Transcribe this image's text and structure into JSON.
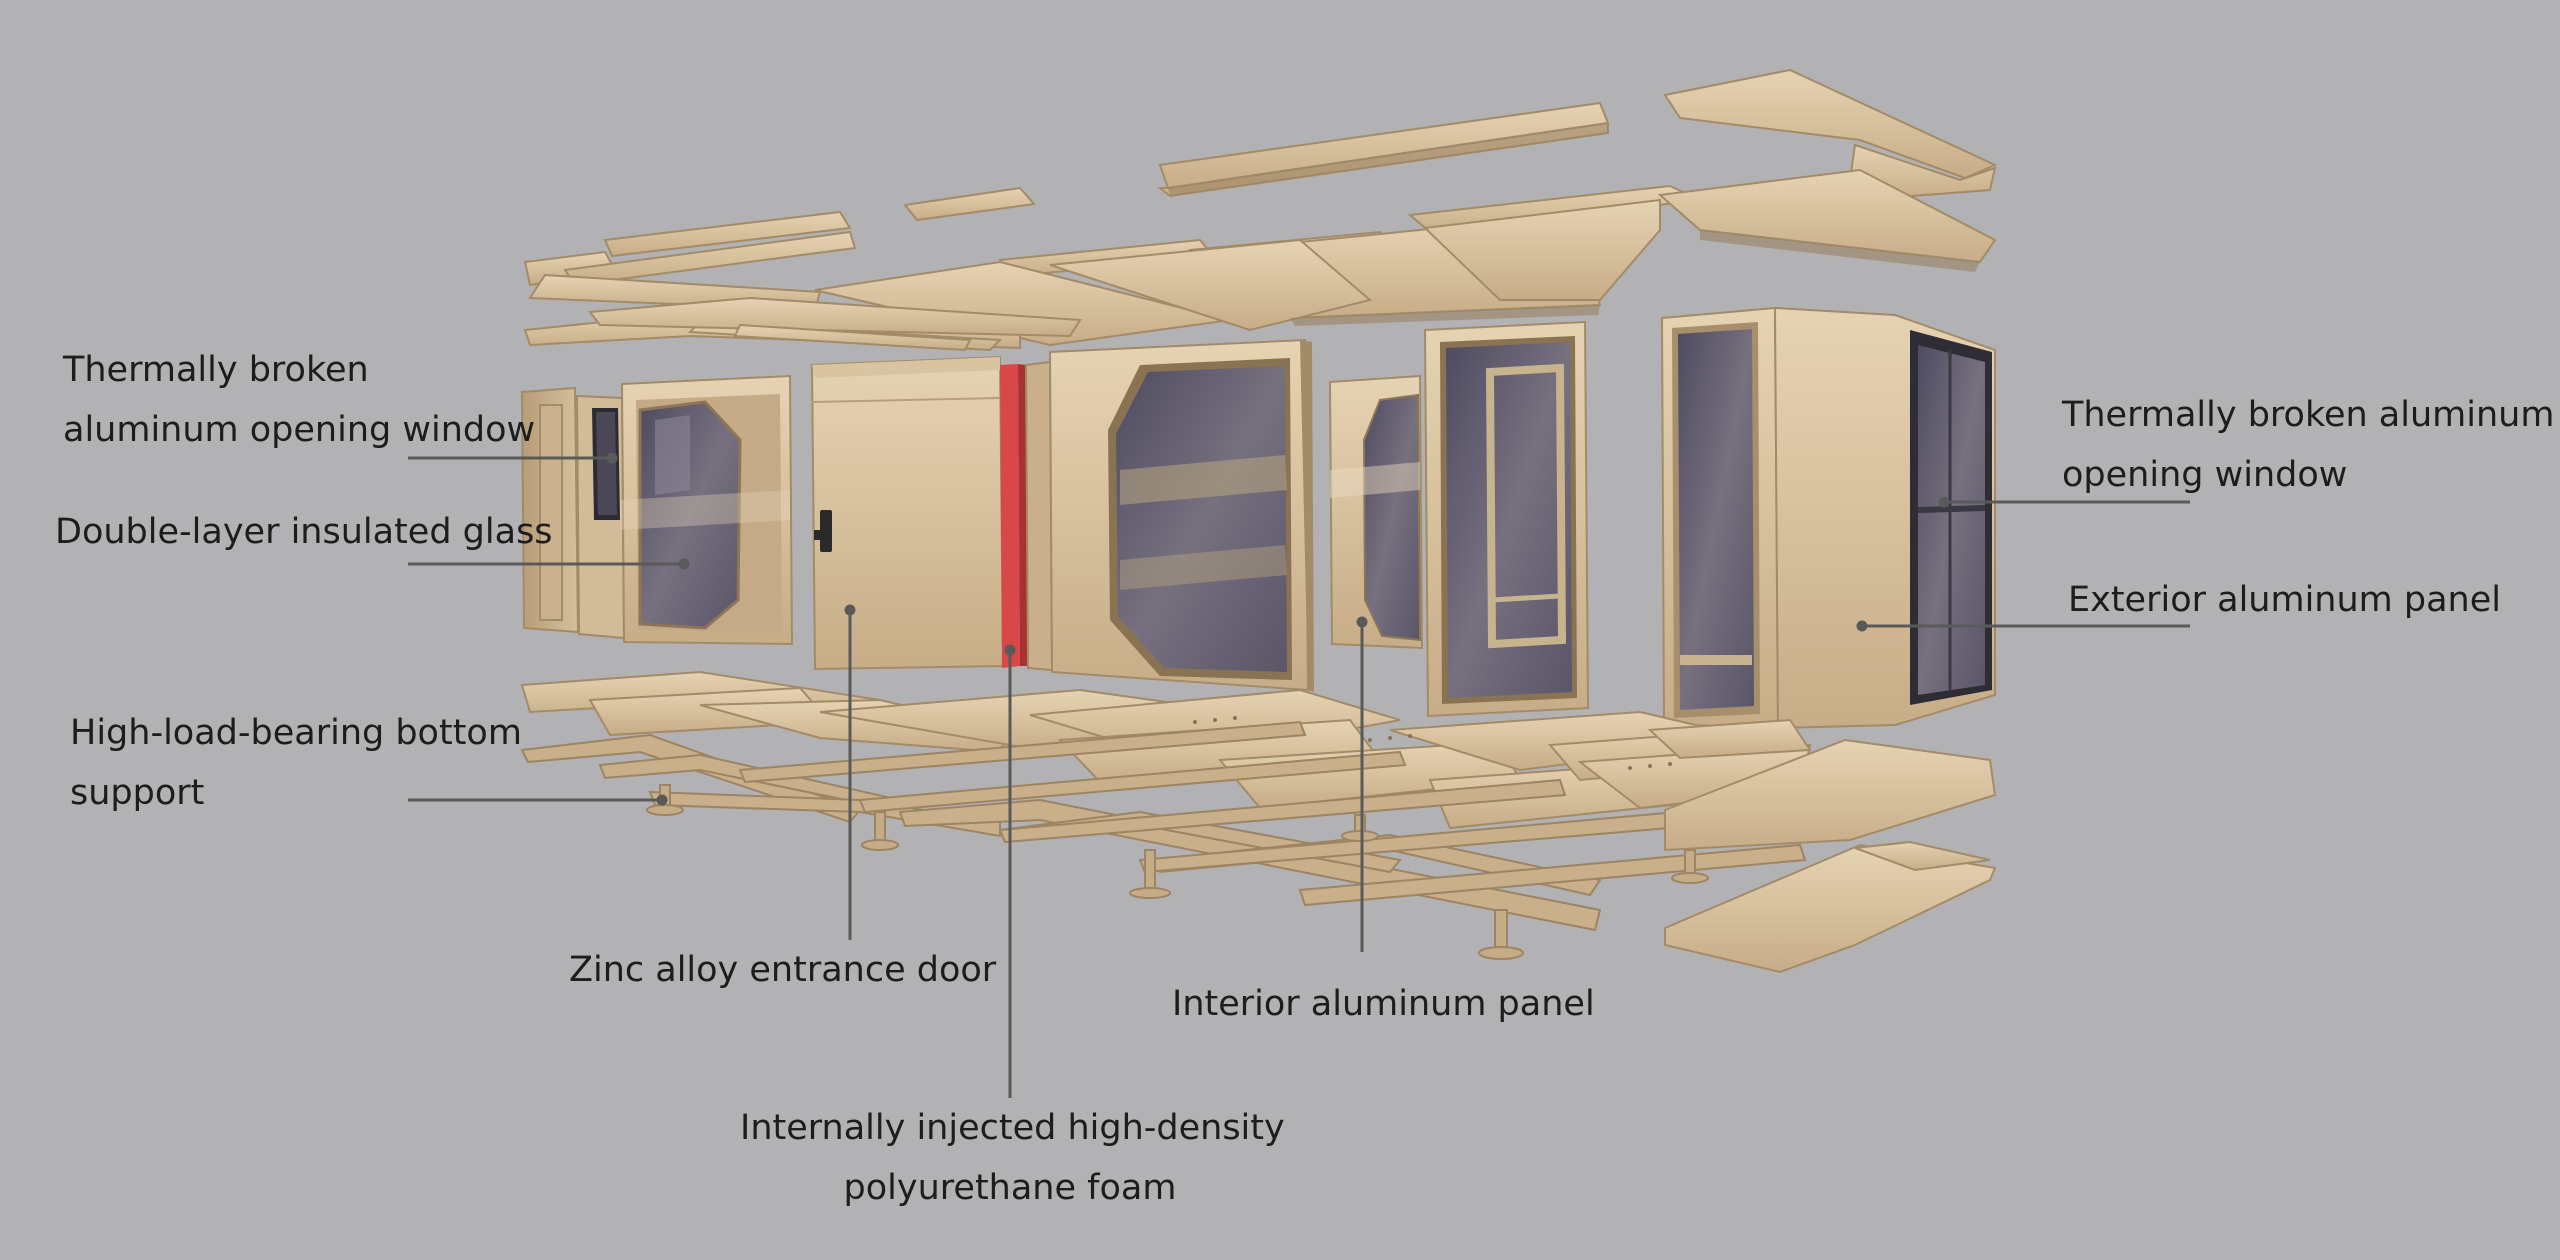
{
  "colors": {
    "background": "#b2b2b4",
    "panel_light": "#dcc7a6",
    "panel_mid": "#c4aa84",
    "panel_dark": "#a88f6c",
    "glass": "#5c586e",
    "glass_light": "#8a8494",
    "foam_strip": "#d84848",
    "leader_line": "#5a5a5a"
  },
  "labels": {
    "window_left": {
      "line1": "Thermally broken",
      "line2": "aluminum opening window"
    },
    "glass": {
      "line1": "Double-layer insulated glass"
    },
    "bottom": {
      "line1": "High-load-bearing bottom",
      "line2": "support"
    },
    "door": {
      "line1": "Zinc alloy entrance door"
    },
    "foam": {
      "line1": "Internally injected high-density",
      "line2": "polyurethane foam"
    },
    "interior": {
      "line1": "Interior aluminum panel"
    },
    "window_right": {
      "line1": "Thermally broken aluminum",
      "line2": "opening window"
    },
    "exterior": {
      "line1": "Exterior aluminum panel"
    }
  },
  "icons": {
    "diagram": "exploded-capsule-house-icon"
  }
}
